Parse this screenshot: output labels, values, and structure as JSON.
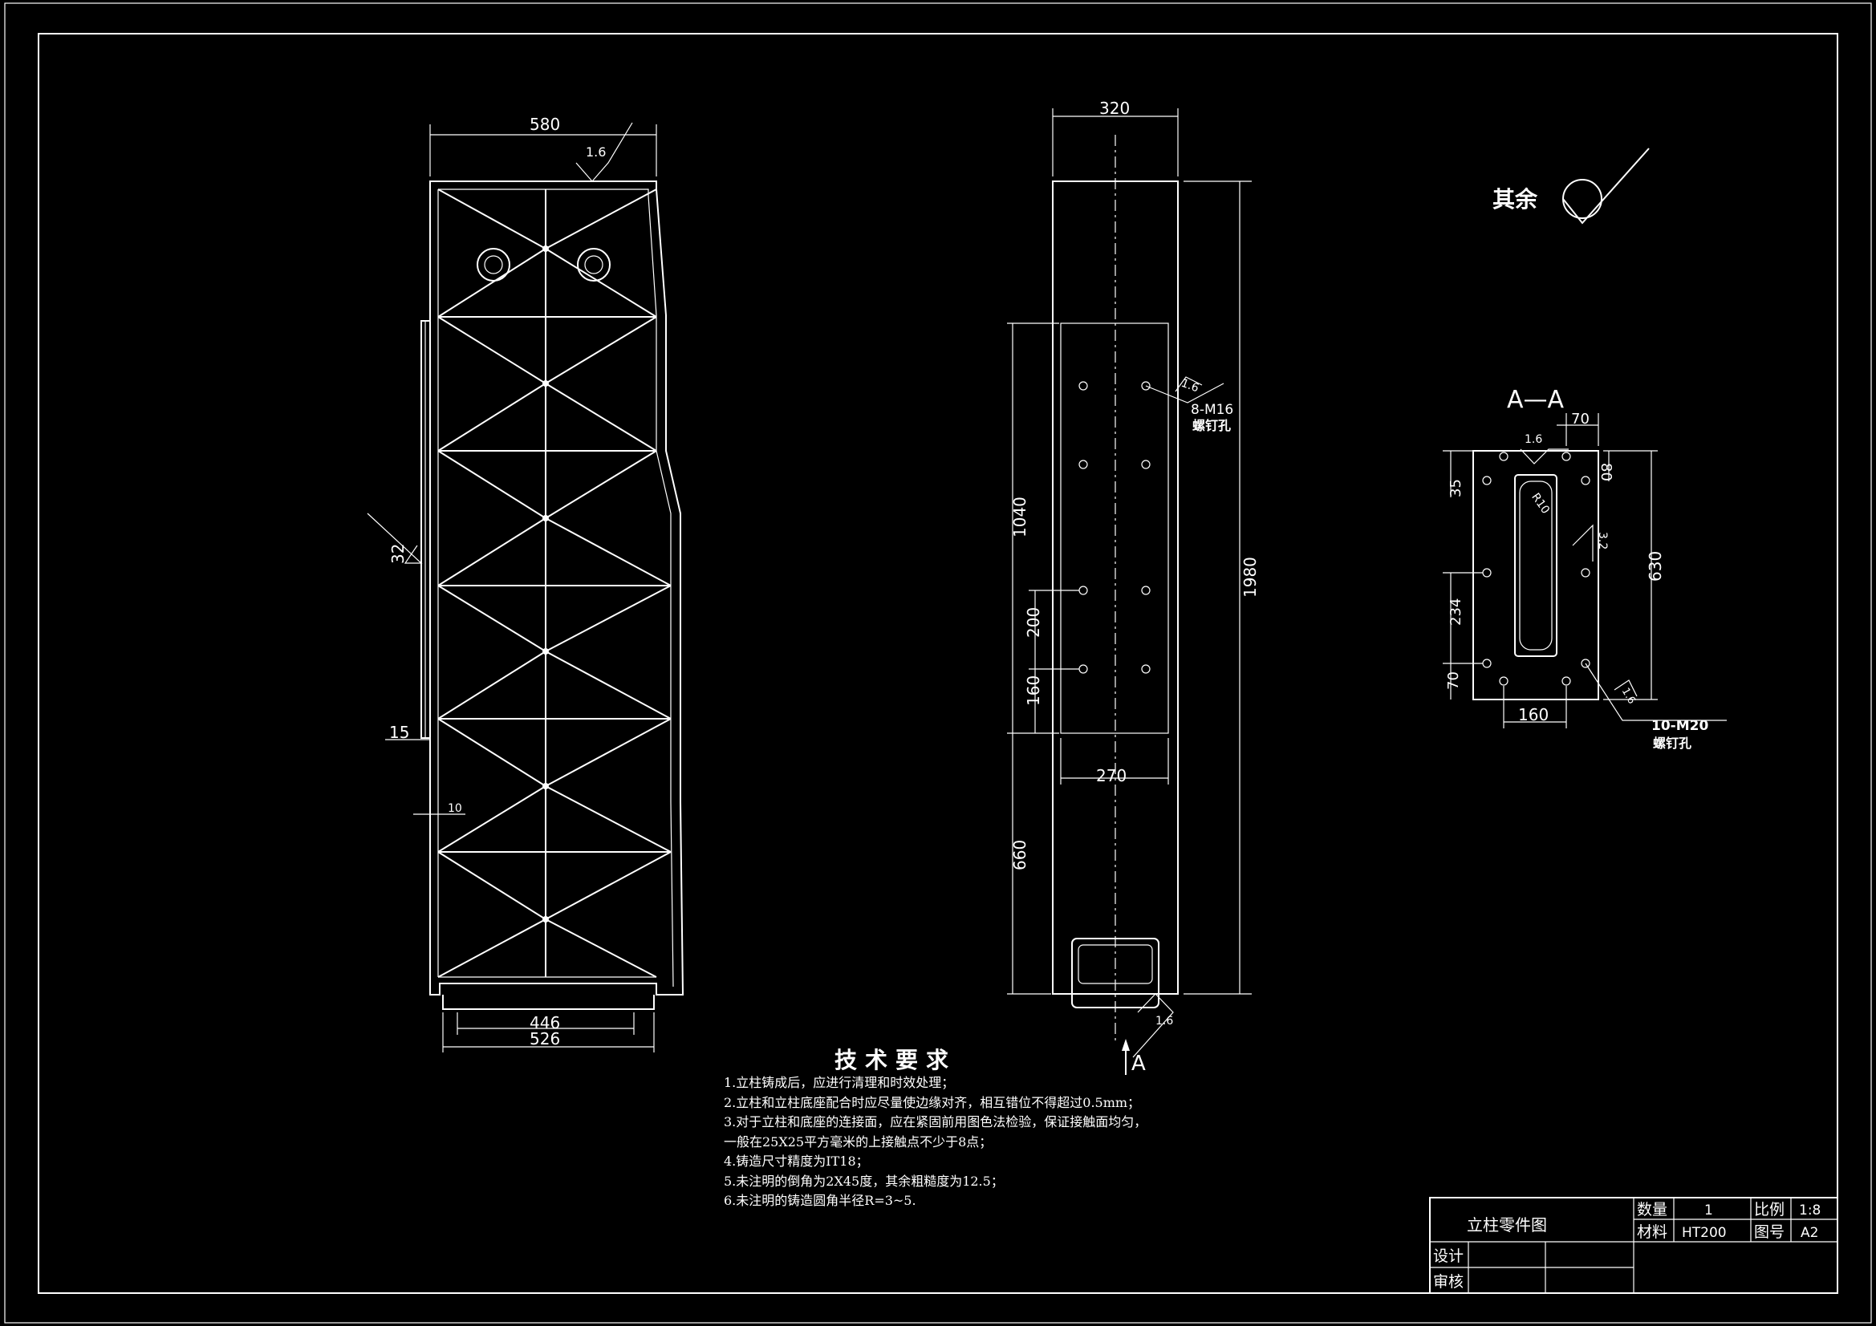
{
  "front_view": {
    "dim_width_top": "580",
    "roughness_top": "1.6",
    "dim_side": "32",
    "dim_step": "15",
    "dim_wall": "10",
    "dim_bottom_inner": "446",
    "dim_bottom_outer": "526"
  },
  "side_view": {
    "dim_width": "320",
    "dim_height_total": "1980",
    "dim_upper": "1040",
    "dim_hole_spacing_1": "200",
    "dim_hole_spacing_2": "160",
    "dim_lower": "660",
    "dim_window_width": "270",
    "roughness_hole": "1.6",
    "hole_spec": "8-M16",
    "hole_note": "螺钉孔",
    "roughness_bottom": "1.6",
    "section_marker": "A"
  },
  "general_roughness": {
    "label": "其余"
  },
  "section_aa": {
    "title": "A—A",
    "dim_top": "70",
    "roughness_top": "1.6",
    "dim_left_top": "35",
    "dim_right_top": "80",
    "dim_radius": "R10",
    "roughness_side": "3.2",
    "dim_height": "630",
    "dim_left_mid": "234",
    "dim_left_bottom": "70",
    "dim_bottom": "160",
    "roughness_hole": "1.6",
    "hole_spec": "10-M20",
    "hole_note": "螺钉孔"
  },
  "technical_requirements": {
    "title": "技术要求",
    "items": [
      "1.立柱铸成后，应进行清理和时效处理；",
      "2.立柱和立柱底座配合时应尽量使边缘对齐，相互错位不得超过0.5mm；",
      "3.对于立柱和底座的连接面，应在紧固前用图色法检验，保证接触面均匀，",
      "  一般在25X25平方毫米的上接触点不少于8点；",
      "4.铸造尺寸精度为IT18；",
      "5.未注明的倒角为2X45度，其余粗糙度为12.5；",
      "6.未注明的铸造圆角半径R=3~5."
    ]
  },
  "title_block": {
    "drawing_name": "立柱零件图",
    "qty_label": "数量",
    "qty_value": "1",
    "scale_label": "比例",
    "scale_value": "1:8",
    "material_label": "材料",
    "material_value": "HT200",
    "drawing_no_label": "图号",
    "drawing_no_value": "A2",
    "design_label": "设计",
    "review_label": "审核"
  }
}
